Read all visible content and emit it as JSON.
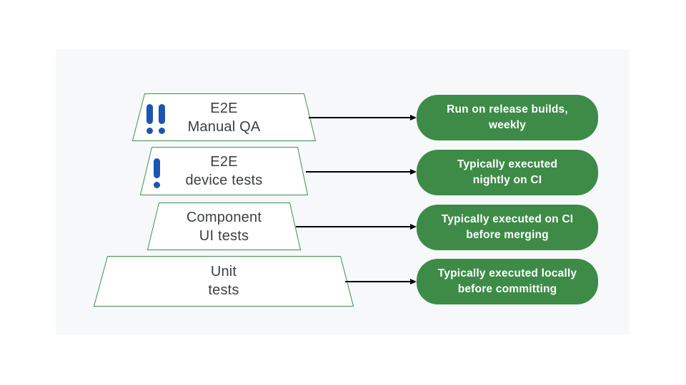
{
  "diagram": {
    "type": "test-pyramid-diagram",
    "rows": [
      {
        "layer": {
          "line1": "E2E",
          "line2": "Manual QA"
        },
        "icon": "double-exclamation-icon",
        "pill": {
          "line1": "Run on release builds,",
          "line2": "weekly"
        }
      },
      {
        "layer": {
          "line1": "E2E",
          "line2": "device tests"
        },
        "icon": "exclamation-icon",
        "pill": {
          "line1": "Typically executed",
          "line2": "nightly on CI"
        }
      },
      {
        "layer": {
          "line1": "Component",
          "line2": "UI tests"
        },
        "pill": {
          "line1": "Typically executed on CI",
          "line2": "before merging"
        }
      },
      {
        "layer": {
          "line1": "Unit",
          "line2": "tests"
        },
        "pill": {
          "line1": "Typically executed locally",
          "line2": "before committing"
        }
      }
    ],
    "colors": {
      "pill_green": "#3d8b47",
      "trapezoid_border_green": "#3f8f4e",
      "trapezoid_fill": "#ffffff",
      "icon_blue": "#1a55b1",
      "panel_bg": "#f6f8fa",
      "layer_text": "#3c4043",
      "pill_text": "#ffffff",
      "arrow": "#000000"
    }
  }
}
